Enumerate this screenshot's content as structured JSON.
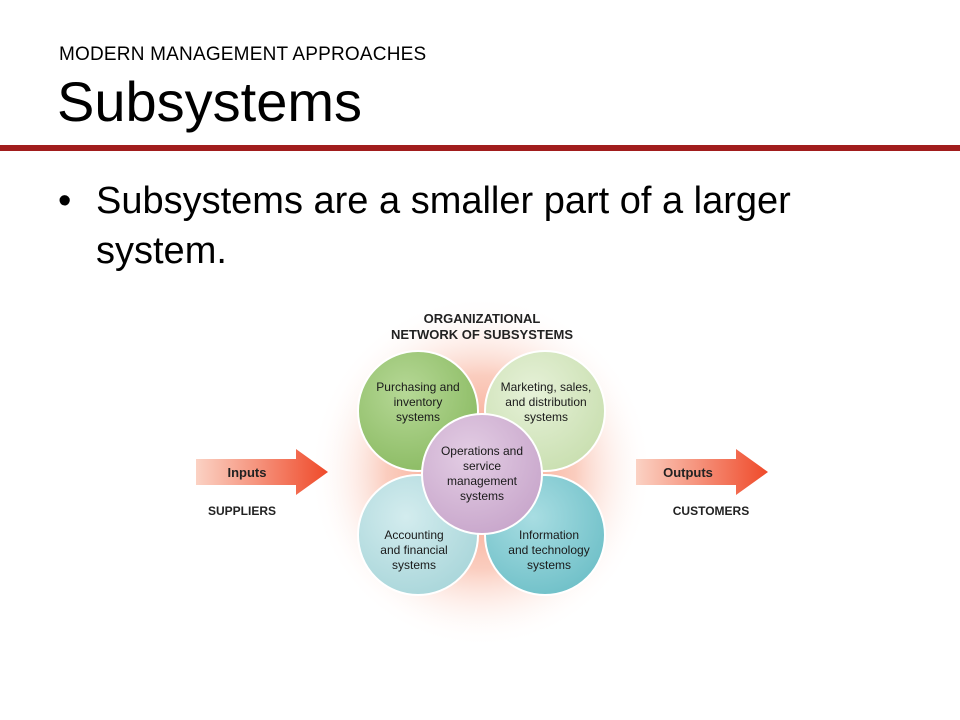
{
  "slide": {
    "kicker": "MODERN MANAGEMENT APPROACHES",
    "title": "Subsystems",
    "bullet": "Subsystems are a smaller part of a larger system.",
    "accent_color": "#a11d1d"
  },
  "diagram": {
    "heading": [
      "ORGANIZATIONAL",
      "NETWORK OF SUBSYSTEMS"
    ],
    "inputs_label": "Inputs",
    "outputs_label": "Outputs",
    "suppliers_label": "SUPPLIERS",
    "customers_label": "CUSTOMERS",
    "circles": {
      "purchasing": [
        "Purchasing and",
        "inventory",
        "systems"
      ],
      "marketing": [
        "Marketing, sales,",
        "and distribution",
        "systems"
      ],
      "operations": [
        "Operations and",
        "service",
        "management",
        "systems"
      ],
      "accounting": [
        "Accounting",
        "and financial",
        "systems"
      ],
      "information": [
        "Information",
        "and technology",
        "systems"
      ]
    },
    "colors": {
      "purchasing": "#9fc87a",
      "marketing": "#d9e9c4",
      "operations": "#d6b9d8",
      "accounting": "#c2e3e6",
      "information": "#8fd0d6",
      "arrow": "#f05a3a",
      "glow": "#f47b5a"
    }
  }
}
